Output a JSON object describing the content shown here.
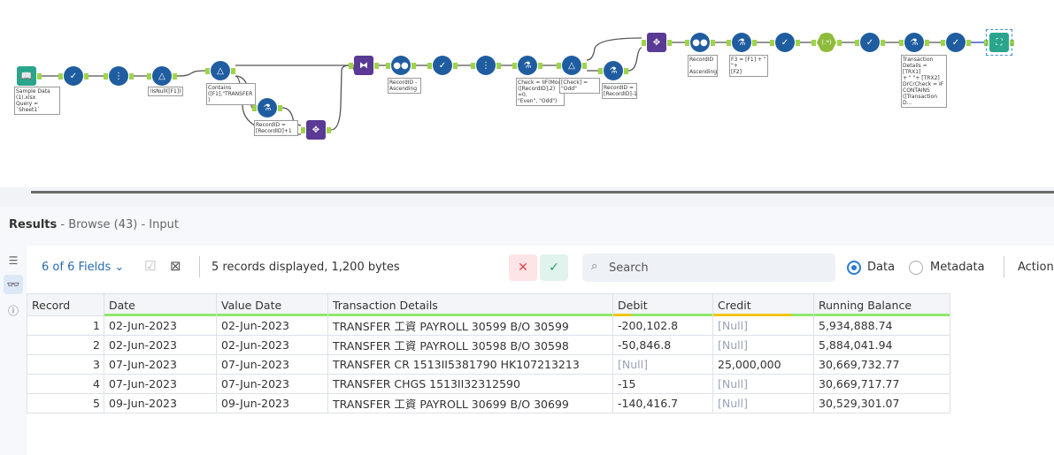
{
  "workflow": {
    "nodes": [
      {
        "tool": "input",
        "icon": "book-icon",
        "label": "Sample Data\n(1).xlsx\nQuery = `Sheet1`"
      },
      {
        "tool": "select",
        "icon": "select-check-icon",
        "label": ""
      },
      {
        "tool": "multi-field",
        "icon": "dots-vertical-icon",
        "label": ""
      },
      {
        "tool": "filter",
        "icon": "filter-triangle-icon",
        "label": "!IsNull([F1])"
      },
      {
        "tool": "filter",
        "icon": "filter-triangle-icon",
        "label": "Contains\n([F1],\"TRANSFER\n)"
      },
      {
        "tool": "formula",
        "icon": "flask-icon",
        "label": "RecordID =\n[RecordID]+1"
      },
      {
        "tool": "join",
        "icon": "join-icon",
        "label": ""
      },
      {
        "tool": "transpose",
        "icon": "dna-icon",
        "label": ""
      },
      {
        "tool": "sort",
        "icon": "sort-dots-icon",
        "label": "RecordID -\nAscending"
      },
      {
        "tool": "select",
        "icon": "select-check-icon",
        "label": ""
      },
      {
        "tool": "multi-field",
        "icon": "dots-vertical-icon",
        "label": ""
      },
      {
        "tool": "formula",
        "icon": "flask-icon",
        "label": "Check = IIF(Mod\n([RecordID],2) =0,\n\"Even\", \"Odd\")"
      },
      {
        "tool": "filter",
        "icon": "filter-triangle-icon",
        "label": "[Check] = \"Odd\""
      },
      {
        "tool": "formula",
        "icon": "flask-icon",
        "label": "RecordID =\n[RecordID]-1"
      },
      {
        "tool": "join",
        "icon": "join-icon",
        "label": ""
      },
      {
        "tool": "sort",
        "icon": "sort-dots-icon",
        "label": "RecordID -\nAscending"
      },
      {
        "tool": "formula",
        "icon": "flask-icon",
        "label": "F3 = [F1] + \" \"+\n[F2]"
      },
      {
        "tool": "select",
        "icon": "select-check-icon",
        "label": ""
      },
      {
        "tool": "regex",
        "icon": "regex-icon",
        "label": ""
      },
      {
        "tool": "select",
        "icon": "select-check-icon",
        "label": ""
      },
      {
        "tool": "formula",
        "icon": "flask-icon",
        "label": "Transaction\nDetails = [TRX1]\n+ \" \"+ [TRX2]\nDrCrCheck = IF\nCONTAINS\n([Transaction D..."
      },
      {
        "tool": "select",
        "icon": "select-check-icon",
        "label": ""
      },
      {
        "tool": "browse",
        "icon": "binoculars-icon",
        "label": ""
      }
    ]
  },
  "results": {
    "title": "Results",
    "subtitle": " - Browse (43) - Input",
    "fields_label": "6 of 6 Fields",
    "records_info": "5 records displayed, 1,200 bytes",
    "search_placeholder": "Search",
    "view_data": "Data",
    "view_metadata": "Metadata",
    "actions": "Actions",
    "columns": [
      "Record",
      "Date",
      "Value Date",
      "Transaction Details",
      "Debit",
      "Credit",
      "Running Balance"
    ],
    "rows": [
      [
        "1",
        "02-Jun-2023",
        "02-Jun-2023",
        "TRANSFER 工資 PAYROLL 30599 B/O 30599",
        "-200,102.8",
        "[Null]",
        "5,934,888.74"
      ],
      [
        "2",
        "02-Jun-2023",
        "02-Jun-2023",
        "TRANSFER 工資 PAYROLL 30598 B/O 30598",
        "-50,846.8",
        "[Null]",
        "5,884,041.94"
      ],
      [
        "3",
        "07-Jun-2023",
        "07-Jun-2023",
        "TRANSFER CR 1513II5381790 HK107213213",
        "[Null]",
        "25,000,000",
        "30,669,732.77"
      ],
      [
        "4",
        "07-Jun-2023",
        "07-Jun-2023",
        "TRANSFER CHGS 1513II32312590",
        "-15",
        "[Null]",
        "30,669,717.77"
      ],
      [
        "5",
        "09-Jun-2023",
        "09-Jun-2023",
        "TRANSFER 工資 PAYROLL 30699 B/O 30699",
        "-140,416.7",
        "[Null]",
        "30,529,301.07"
      ]
    ]
  }
}
